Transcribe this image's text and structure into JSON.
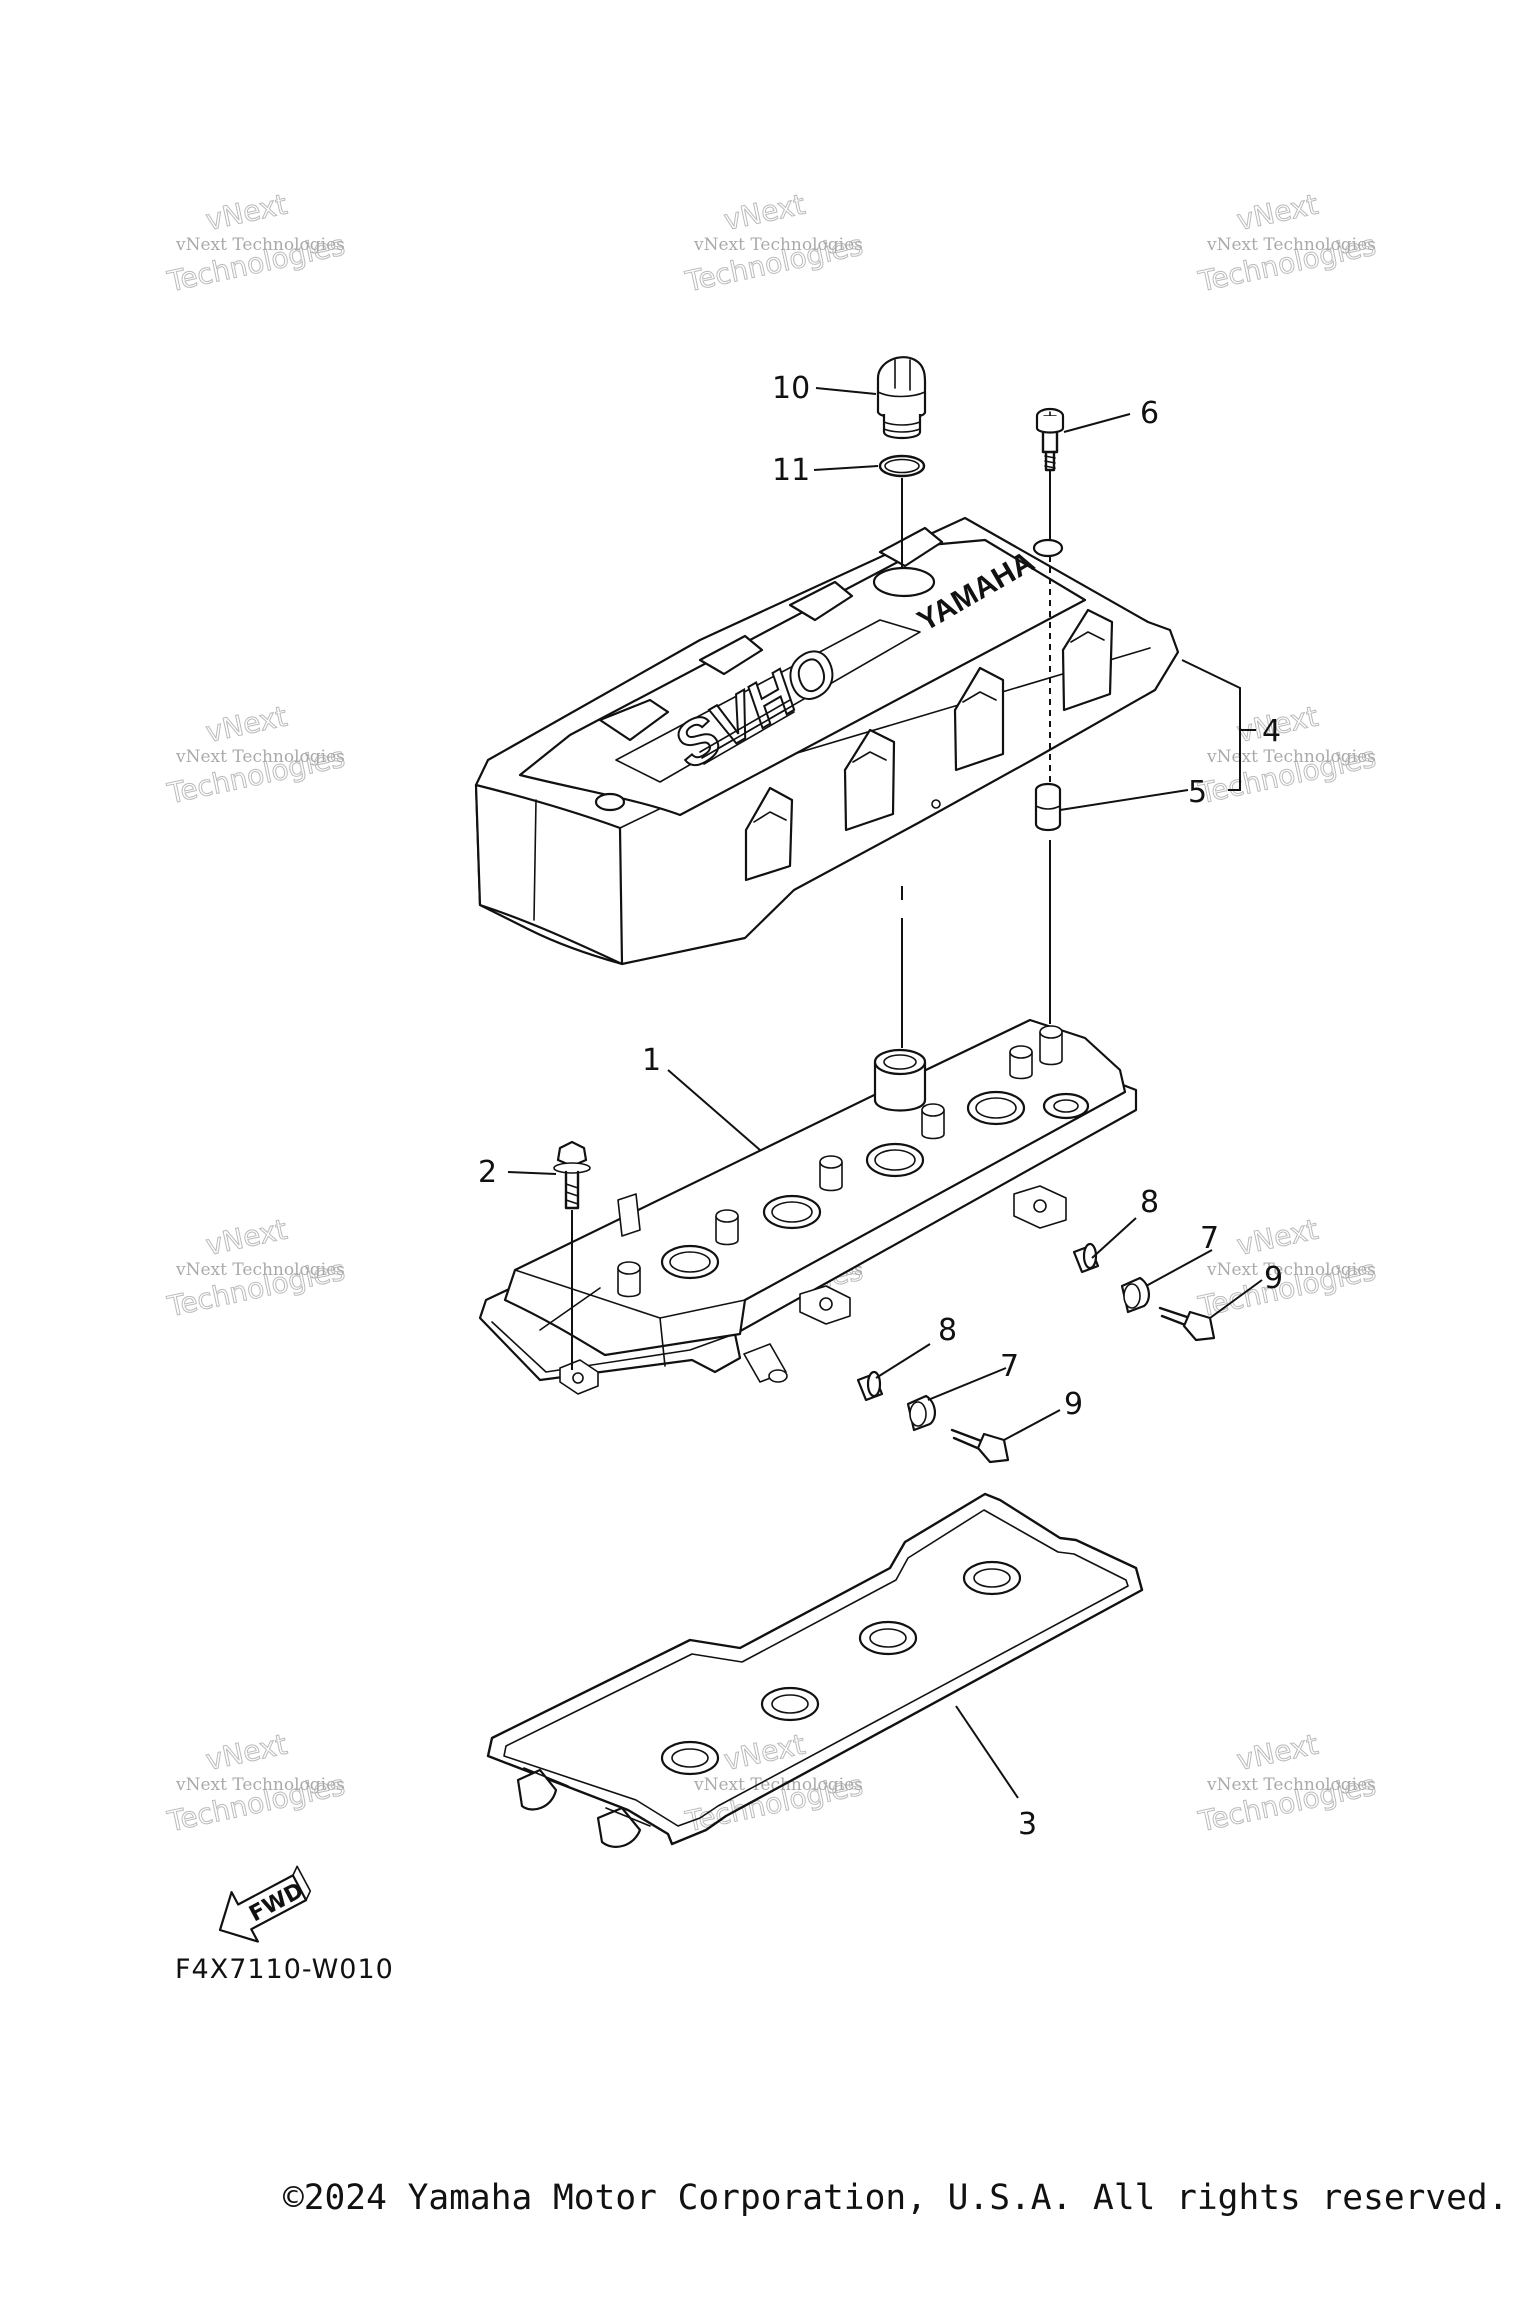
{
  "diagram": {
    "code": "F4X7110-W010",
    "copyright": "©2024 Yamaha Motor Corporation, U.S.A. All rights reserved.",
    "brand_text": "YAMAHA",
    "model_text": "SVHO",
    "fwd_label": "FWD",
    "watermark": {
      "line1": "vNext Technologies",
      "line2": "vNext",
      "line3": "Technologies"
    },
    "callouts": [
      {
        "id": "callout-10",
        "label": "10"
      },
      {
        "id": "callout-11",
        "label": "11"
      },
      {
        "id": "callout-6",
        "label": "6"
      },
      {
        "id": "callout-4",
        "label": "4"
      },
      {
        "id": "callout-5",
        "label": "5"
      },
      {
        "id": "callout-1",
        "label": "1"
      },
      {
        "id": "callout-2",
        "label": "2"
      },
      {
        "id": "callout-8a",
        "label": "8"
      },
      {
        "id": "callout-7a",
        "label": "7"
      },
      {
        "id": "callout-9a",
        "label": "9"
      },
      {
        "id": "callout-8b",
        "label": "8"
      },
      {
        "id": "callout-7b",
        "label": "7"
      },
      {
        "id": "callout-9b",
        "label": "9"
      },
      {
        "id": "callout-3",
        "label": "3"
      }
    ]
  }
}
